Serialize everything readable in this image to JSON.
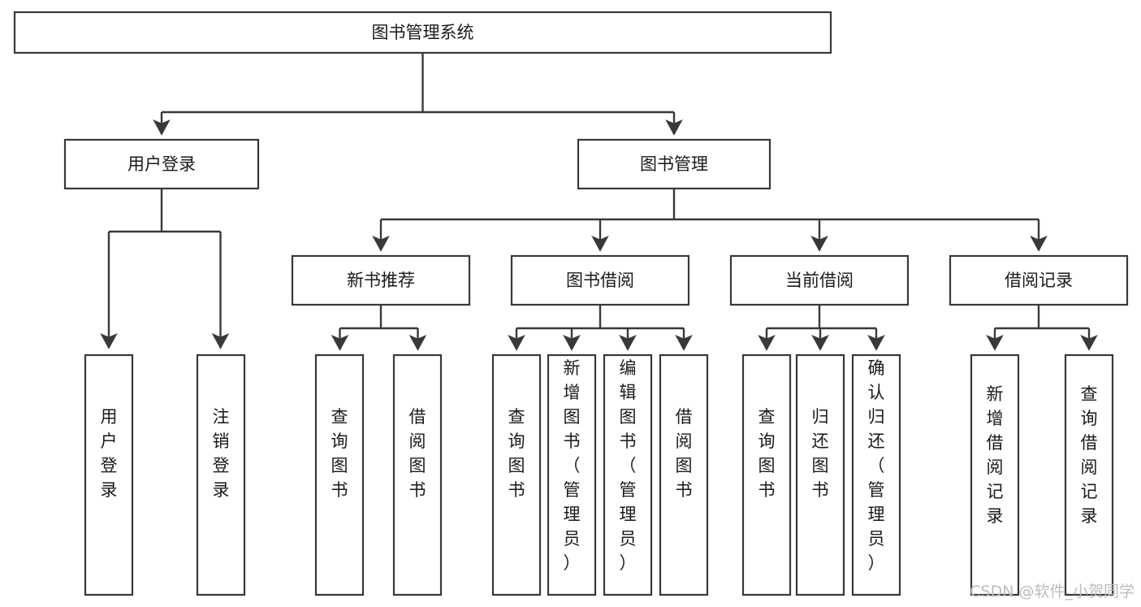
{
  "diagram": {
    "type": "tree-hierarchy",
    "title": "图书管理系统",
    "root": {
      "id": "root",
      "label": "图书管理系统",
      "orientation": "horizontal"
    },
    "level2": [
      {
        "id": "user-login",
        "label": "用户登录",
        "orientation": "horizontal"
      },
      {
        "id": "book-management",
        "label": "图书管理",
        "orientation": "horizontal"
      }
    ],
    "level3": [
      {
        "id": "new-book-recommend",
        "label": "新书推荐",
        "parent": "book-management",
        "orientation": "horizontal"
      },
      {
        "id": "book-borrow",
        "label": "图书借阅",
        "parent": "book-management",
        "orientation": "horizontal"
      },
      {
        "id": "current-borrow",
        "label": "当前借阅",
        "parent": "book-management",
        "orientation": "horizontal"
      },
      {
        "id": "borrow-record",
        "label": "借阅记录",
        "parent": "book-management",
        "orientation": "horizontal"
      }
    ],
    "leaves": [
      {
        "id": "leaf-user-login",
        "label": "用户登录",
        "parent": "user-login",
        "orientation": "vertical"
      },
      {
        "id": "leaf-user-logout",
        "label": "注销登录",
        "parent": "user-login",
        "orientation": "vertical"
      },
      {
        "id": "leaf-query-book-1",
        "label": "查询图书",
        "parent": "new-book-recommend",
        "orientation": "vertical"
      },
      {
        "id": "leaf-borrow-book-1",
        "label": "借阅图书",
        "parent": "new-book-recommend",
        "orientation": "vertical"
      },
      {
        "id": "leaf-query-book-2",
        "label": "查询图书",
        "parent": "book-borrow",
        "orientation": "vertical"
      },
      {
        "id": "leaf-add-book",
        "label": "新增图书（管理员）",
        "parent": "book-borrow",
        "orientation": "vertical"
      },
      {
        "id": "leaf-edit-book",
        "label": "编辑图书（管理员）",
        "parent": "book-borrow",
        "orientation": "vertical"
      },
      {
        "id": "leaf-borrow-book-2",
        "label": "借阅图书",
        "parent": "book-borrow",
        "orientation": "vertical"
      },
      {
        "id": "leaf-query-book-3",
        "label": "查询图书",
        "parent": "current-borrow",
        "orientation": "vertical"
      },
      {
        "id": "leaf-return-book",
        "label": "归还图书",
        "parent": "current-borrow",
        "orientation": "vertical"
      },
      {
        "id": "leaf-confirm-return",
        "label": "确认归还（管理员）",
        "parent": "current-borrow",
        "orientation": "vertical"
      },
      {
        "id": "leaf-add-record",
        "label": "新增借阅记录",
        "parent": "borrow-record",
        "orientation": "vertical"
      },
      {
        "id": "leaf-query-record",
        "label": "查询借阅记录",
        "parent": "borrow-record",
        "orientation": "vertical"
      }
    ],
    "colors": {
      "box_stroke": "#393939",
      "box_fill": "#ffffff",
      "text": "#1a1a1a",
      "background": "#ffffff",
      "watermark": "#bcbcbc"
    }
  },
  "watermark": {
    "label": "CSDN @软件_小贺同学"
  }
}
